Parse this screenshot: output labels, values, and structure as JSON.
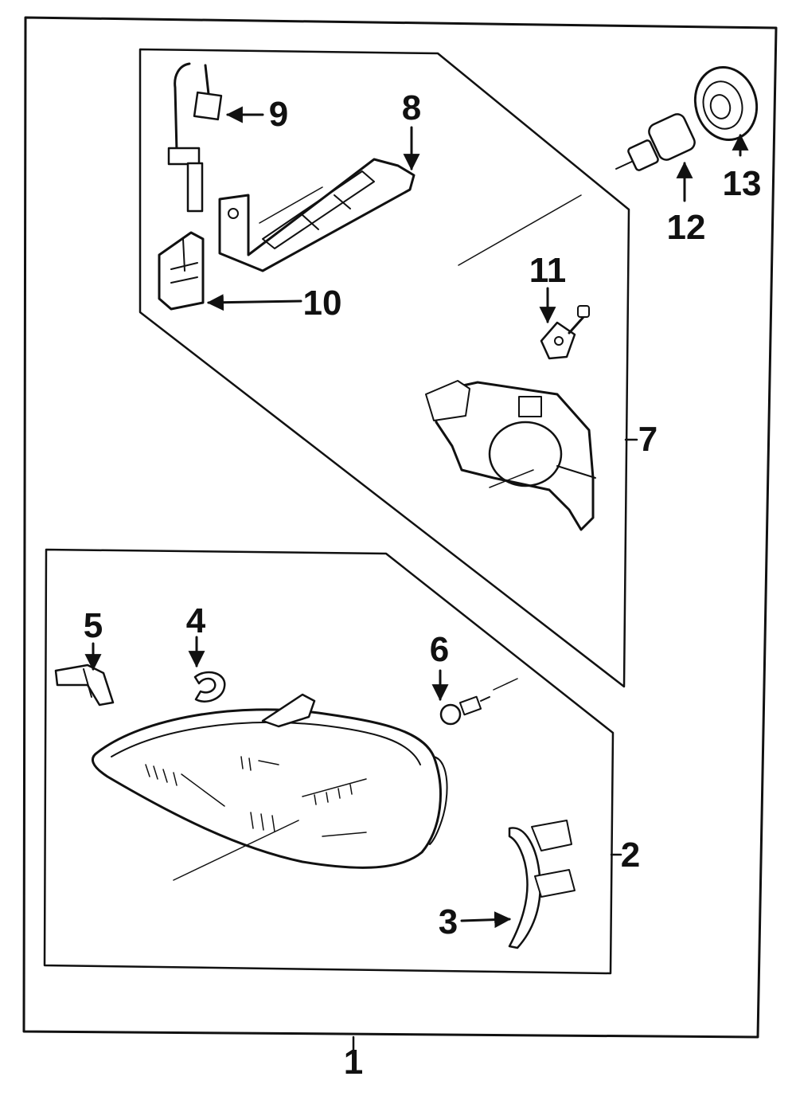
{
  "colors": {
    "ink": "#111111",
    "paper": "#ffffff"
  },
  "callouts": [
    {
      "id": "1",
      "label": "1"
    },
    {
      "id": "2",
      "label": "2"
    },
    {
      "id": "3",
      "label": "3"
    },
    {
      "id": "4",
      "label": "4"
    },
    {
      "id": "5",
      "label": "5"
    },
    {
      "id": "6",
      "label": "6"
    },
    {
      "id": "7",
      "label": "7"
    },
    {
      "id": "8",
      "label": "8"
    },
    {
      "id": "9",
      "label": "9"
    },
    {
      "id": "10",
      "label": "10"
    },
    {
      "id": "11",
      "label": "11"
    },
    {
      "id": "12",
      "label": "12"
    },
    {
      "id": "13",
      "label": "13"
    }
  ]
}
